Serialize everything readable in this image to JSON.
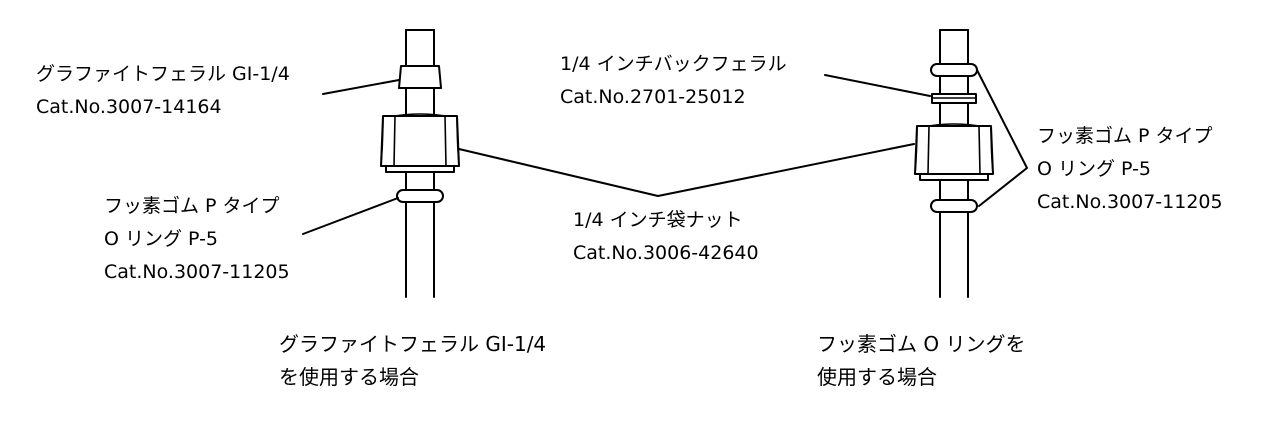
{
  "left_assembly": {
    "ferrule": {
      "name": "グラファイトフェラル GI-1/4",
      "cat": "Cat.No.3007-14164"
    },
    "oring": {
      "name1": "フッ素ゴム P タイプ",
      "name2": "O リング  P-5",
      "cat": "Cat.No.3007-11205"
    },
    "caption1": "グラファイトフェラル GI-1/4",
    "caption2": "を使用する場合"
  },
  "nut": {
    "name": "1/4 インチ袋ナット",
    "cat": "Cat.No.3006-42640"
  },
  "right_assembly": {
    "back_ferrule": {
      "name": "1/4 インチバックフェラル",
      "cat": "Cat.No.2701-25012"
    },
    "oring": {
      "name1": "フッ素ゴム P タイプ",
      "name2": "O リング  P-5",
      "cat": "Cat.No.3007-11205"
    },
    "caption1": "フッ素ゴム O リングを",
    "caption2": "使用する場合"
  }
}
